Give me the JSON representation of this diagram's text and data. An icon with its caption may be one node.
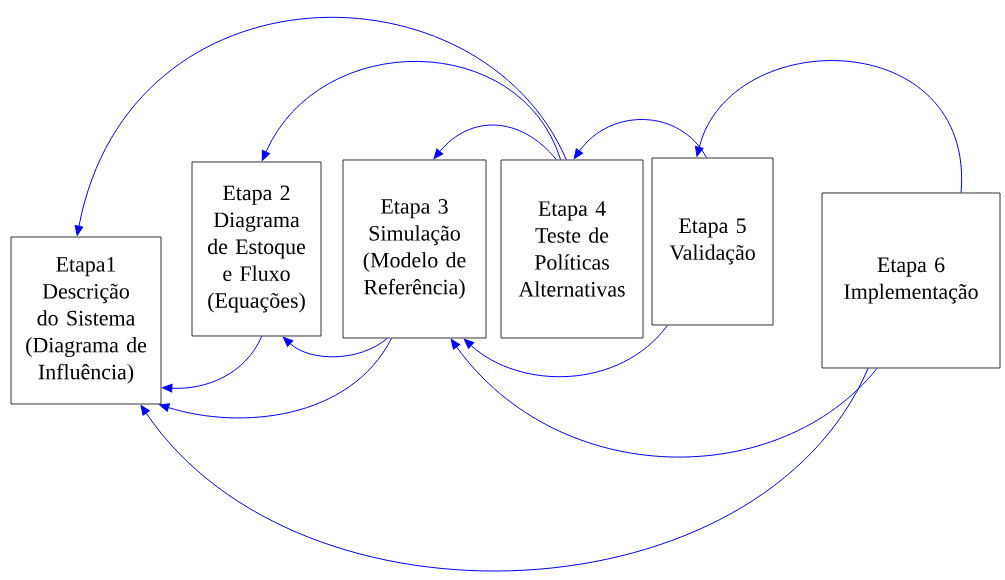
{
  "diagram": {
    "nodes": [
      {
        "text": [
          "Etapa1",
          "Descrição do Sistema (Diagrama de Influência)"
        ]
      },
      {
        "text": [
          "Etapa 2",
          "Diagrama de Estoque e Fluxo (Equações)"
        ]
      },
      {
        "text": [
          "Etapa 3",
          "Simulação (Modelo de Referência)"
        ]
      },
      {
        "text": [
          "Etapa 4",
          "Teste de Políticas Alternativas"
        ]
      },
      {
        "text": [
          "Etapa 5",
          "Validação"
        ]
      },
      {
        "text": [
          "Etapa 6",
          "Implementação"
        ]
      }
    ],
    "edges": [
      {
        "from": 3,
        "to": 0,
        "arrow": "to"
      },
      {
        "from": 3,
        "to": 1,
        "arrow": "to"
      },
      {
        "from": 3,
        "to": 2,
        "arrow": "to"
      },
      {
        "from": 4,
        "to": 3,
        "arrow": "to"
      },
      {
        "from": 5,
        "to": 4,
        "arrow": "to"
      },
      {
        "from": 1,
        "to": 0,
        "arrow": "to"
      },
      {
        "from": 2,
        "to": 1,
        "arrow": "to"
      },
      {
        "from": 2,
        "to": 0,
        "arrow": "to"
      },
      {
        "from": 4,
        "to": 2,
        "arrow": "to"
      },
      {
        "from": 5,
        "to": 2,
        "arrow": "to"
      },
      {
        "from": 5,
        "to": 0,
        "arrow": "to"
      }
    ]
  }
}
